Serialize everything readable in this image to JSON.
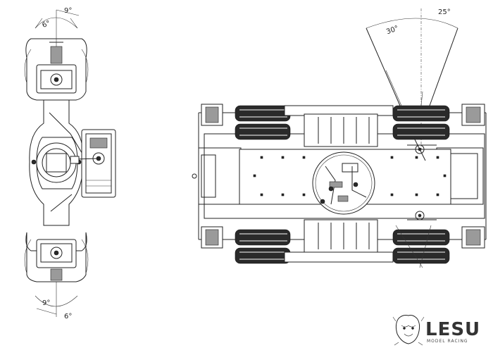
{
  "angles": {
    "front_top_angle": "9°",
    "front_top_small": "6°",
    "front_bottom_angle": "9°",
    "front_bottom_small": "6°",
    "side_angle_a": "25°",
    "side_angle_b": "30°"
  },
  "brand": {
    "name": "LESU",
    "tagline": "MODEL RACING",
    "logo_icon": "lion-head-icon"
  },
  "colors": {
    "line": "#222222",
    "background": "#ffffff"
  }
}
